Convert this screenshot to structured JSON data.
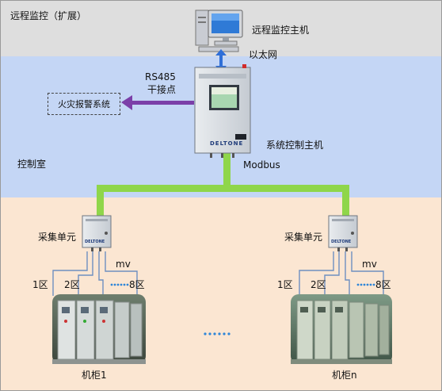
{
  "zones": {
    "remote_label": "远程监控（扩展）",
    "control_label": "控制室"
  },
  "remote_host": {
    "label": "远程监控主机",
    "link_label": "以太网"
  },
  "control_host": {
    "label": "系统控制主机",
    "brand": "DELTONE",
    "bus_label": "Modbus"
  },
  "fire_alarm": {
    "label": "火灾报警系统",
    "link_line1": "RS485",
    "link_line2": "干接点"
  },
  "collector_left": {
    "label": "采集单元",
    "brand": "DELTONE",
    "signal_label": "mv",
    "zone_1": "1区",
    "zone_2": "2区",
    "zone_8": "8区",
    "cabinet_label": "机柜1"
  },
  "collector_right": {
    "label": "采集单元",
    "brand": "DELTONE",
    "signal_label": "mv",
    "zone_1": "1区",
    "zone_2": "2区",
    "zone_8": "8区",
    "cabinet_label": "机柜n"
  },
  "colors": {
    "bus": "#8fd64a",
    "arrow_blue": "#2f6fd8",
    "arrow_purple": "#7b3fa8",
    "zone_remote": "#dedede",
    "zone_control": "#c4d6f5",
    "zone_field": "#fbe6d2"
  }
}
